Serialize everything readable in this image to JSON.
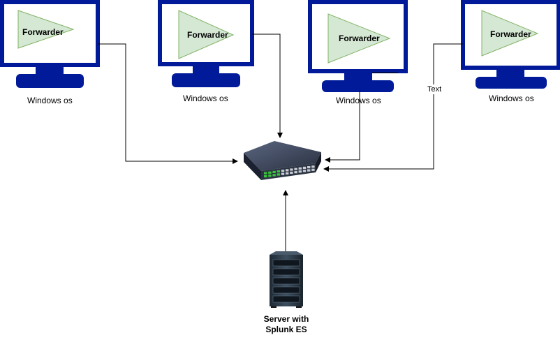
{
  "monitors": [
    {
      "forwarder": "Forwarder",
      "os": "Windows os"
    },
    {
      "forwarder": "Forwarder",
      "os": "Windows os"
    },
    {
      "forwarder": "Forwarder",
      "os": "Windows os"
    },
    {
      "forwarder": "Forwarder",
      "os": "Windows os"
    }
  ],
  "edge_label": "Text",
  "server": {
    "line1": "Server with",
    "line2": "Splunk ES"
  },
  "colors": {
    "monitor": "#001a9a",
    "triangle_fill": "#d5e8d4",
    "triangle_stroke": "#82b366"
  }
}
